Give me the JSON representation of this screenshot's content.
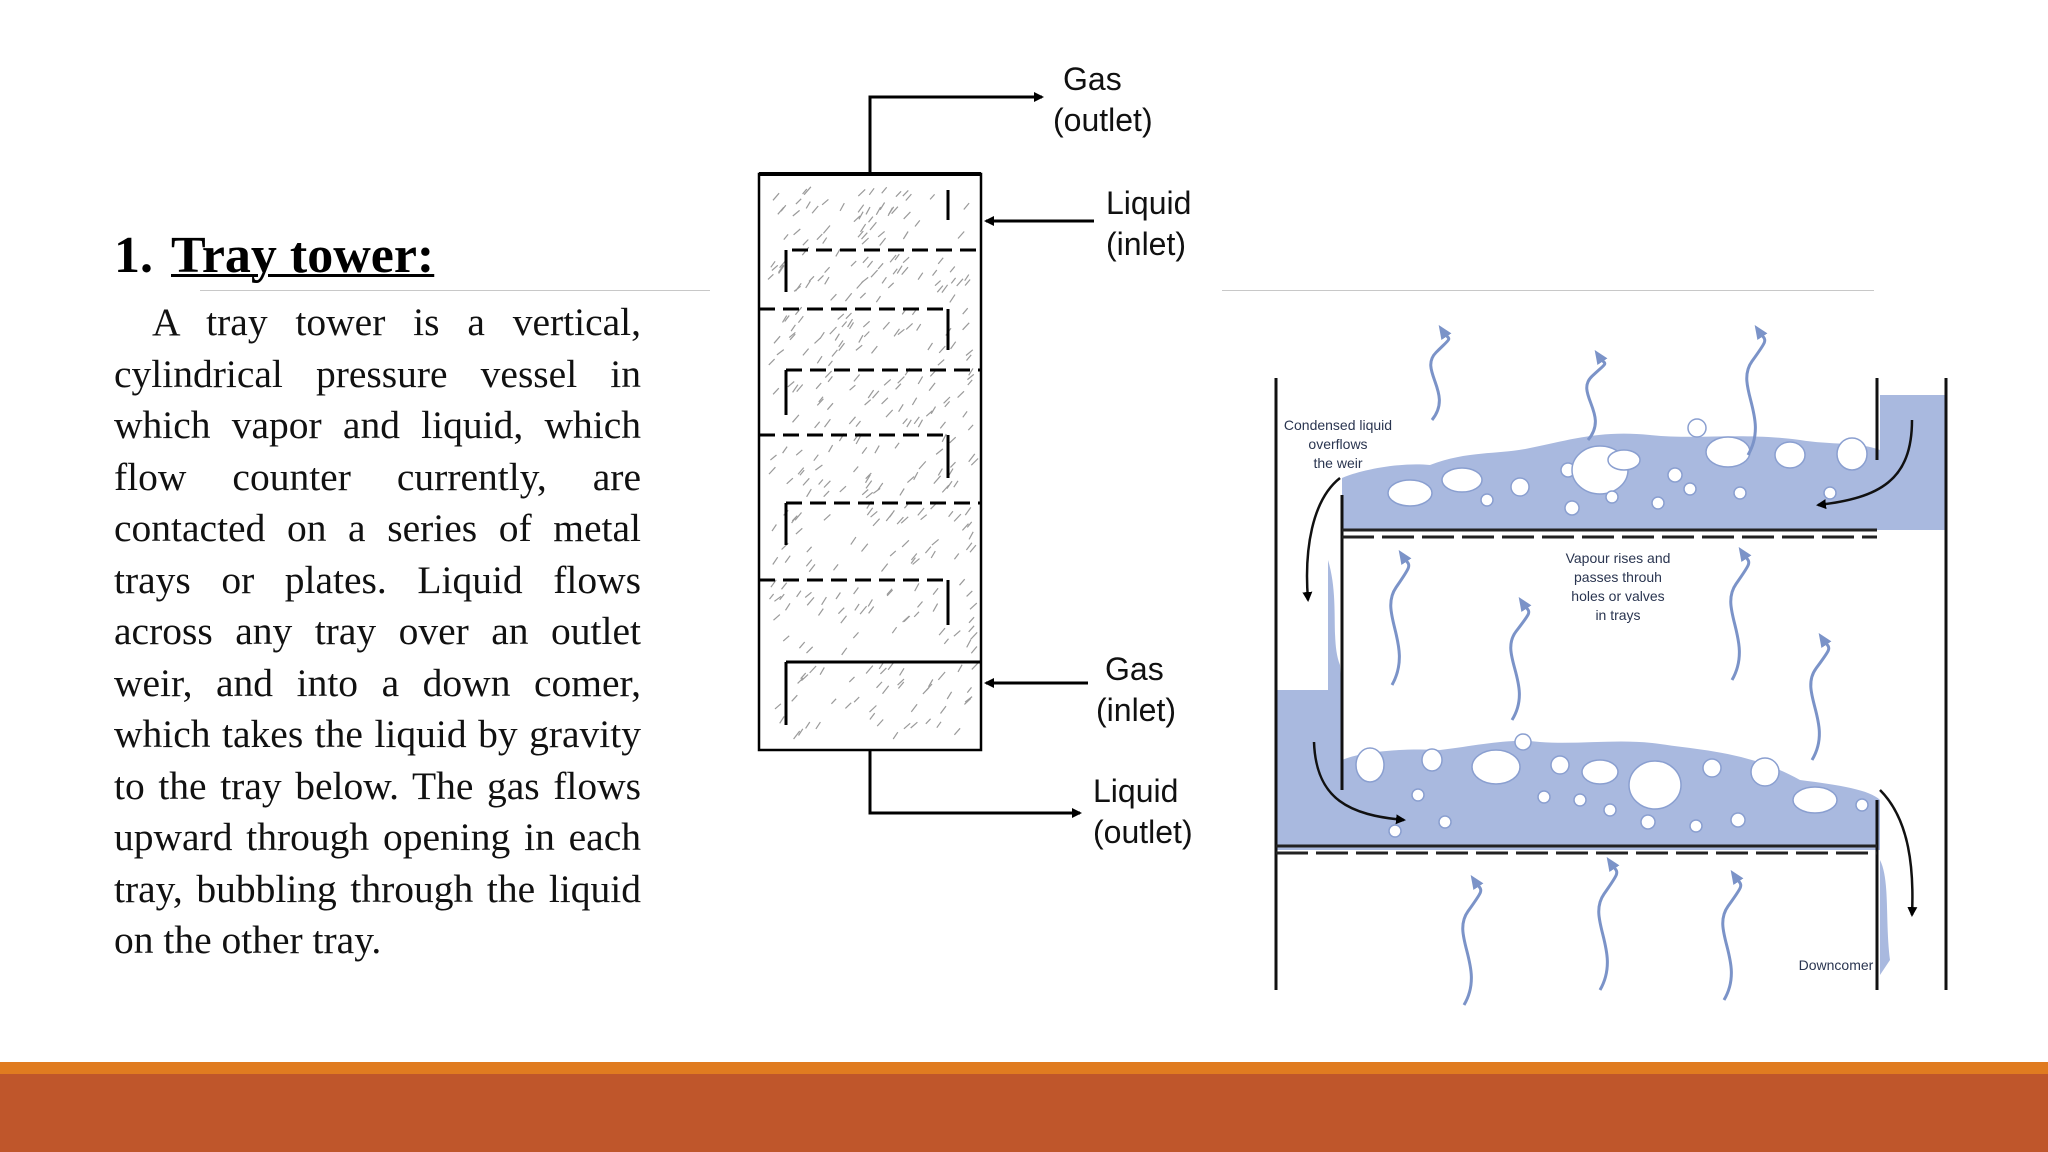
{
  "slide": {
    "heading_number": "1.",
    "heading_title": "Tray tower:",
    "body": "A tray tower is a vertical, cylindrical pressure vessel in which vapor and liquid, which flow counter currently, are contacted on a series of metal trays or plates. Liquid flows across any tray over  an outlet weir, and into a down comer, which takes the liquid by gravity to the tray below. The gas flows upward through opening  in each tray, bubbling through the liquid on the other tray."
  },
  "tower_diagram": {
    "gas_outlet_1": "Gas",
    "gas_outlet_2": "(outlet)",
    "liquid_inlet_1": "Liquid",
    "liquid_inlet_2": "(inlet)",
    "gas_inlet_1": "Gas",
    "gas_inlet_2": "(inlet)",
    "liquid_outlet_1": "Liquid",
    "liquid_outlet_2": "(outlet)"
  },
  "tray_detail": {
    "condensed_1": "Condensed liquid",
    "condensed_2": "overflows",
    "condensed_3": "the weir",
    "vapour_1": "Vapour rises and",
    "vapour_2": "passes throuh",
    "vapour_3": "holes or valves",
    "vapour_4": "in trays",
    "downcomer": "Downcomer"
  },
  "colors": {
    "liquid": "#a9b9df",
    "liquid_edge": "#8a9fd0",
    "bubble": "#ffffff",
    "vapour_arrow": "#7b93c8",
    "bar_orange": "#e07b20",
    "bar_rust": "#bf562b"
  }
}
